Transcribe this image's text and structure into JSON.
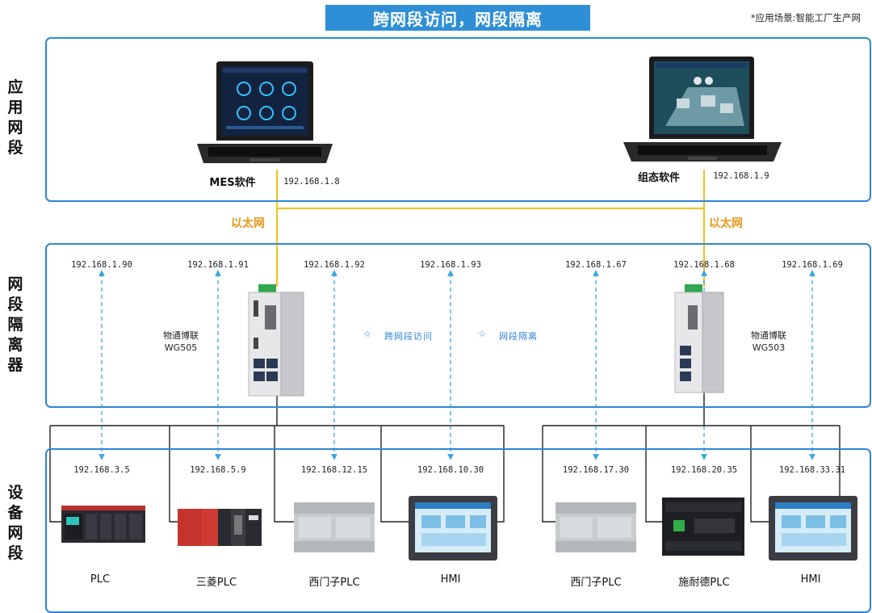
{
  "banner": {
    "title": "跨网段访问，网段隔离"
  },
  "scene_note": "*应用场景:智能工厂生产网",
  "sections": {
    "app": "应用网段",
    "isolator": "网段隔离器",
    "device": "设备网段"
  },
  "app_layer": {
    "mes": {
      "label": "MES软件",
      "ip": "192.168.1.8"
    },
    "scada": {
      "label": "组态软件",
      "ip": "192.168.1.9"
    },
    "ethernet_left": "以太网",
    "ethernet_right": "以太网"
  },
  "gateways": {
    "left": {
      "name": "物通博联",
      "model": "WG505",
      "ports_ip": [
        "192.168.1.90",
        "192.168.1.91",
        "192.168.1.92",
        "192.168.1.93"
      ]
    },
    "right": {
      "name": "物通博联",
      "model": "WG503",
      "ports_ip": [
        "192.168.1.67",
        "192.168.1.68",
        "192.168.1.69"
      ]
    }
  },
  "features": {
    "cross": "跨网段访问",
    "isolation": "网段隔离",
    "star": "☆"
  },
  "devices": [
    {
      "label": "PLC",
      "ip": "192.168.3.5"
    },
    {
      "label": "三菱PLC",
      "ip": "192.168.5.9"
    },
    {
      "label": "西门子PLC",
      "ip": "192.168.12.15"
    },
    {
      "label": "HMI",
      "ip": "192.168.10.30"
    },
    {
      "label": "西门子PLC",
      "ip": "192.168.17.30"
    },
    {
      "label": "施耐德PLC",
      "ip": "192.168.20.35"
    },
    {
      "label": "HMI",
      "ip": "192.168.33.31"
    }
  ],
  "colors": {
    "panel_border": "#2e86d8",
    "banner": "#2f8fd6",
    "ethernet": "#f0c21a",
    "dashed": "#3aa6e0",
    "wire": "#222222"
  }
}
